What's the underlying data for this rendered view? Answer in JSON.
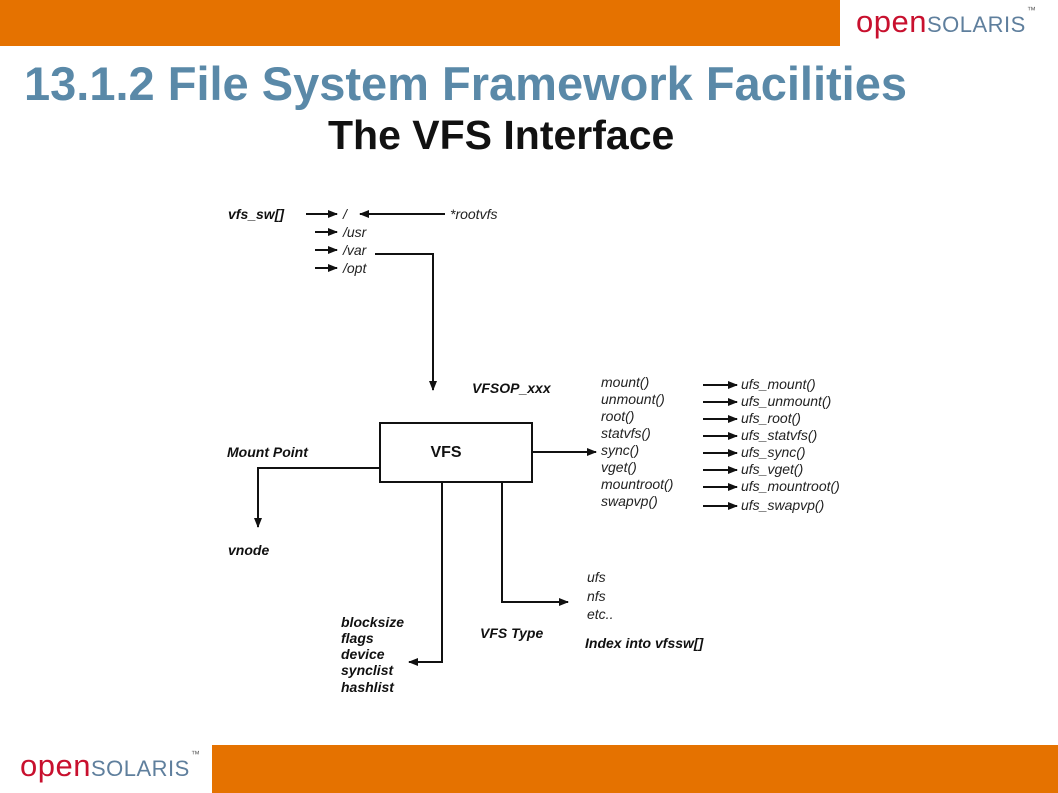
{
  "header": {
    "logo_open": "open",
    "logo_solaris": "solaris",
    "logo_tm": "™"
  },
  "footer": {
    "logo_open": "open",
    "logo_solaris": "solaris",
    "logo_tm": "™"
  },
  "slide_title": "13.1.2 File System Framework Facilities",
  "diagram": {
    "title": "The VFS Interface",
    "vfs_sw_label": "vfs_sw[]",
    "mounts": [
      "/",
      "/usr",
      "/var",
      "/opt"
    ],
    "rootvfs_label": "*rootvfs",
    "vfsop_label": "VFSOP_xxx",
    "vfs_box_label": "VFS",
    "mount_point_label": "Mount Point",
    "vnode_label": "vnode",
    "ops": [
      "mount()",
      "unmount()",
      "root()",
      "statvfs()",
      "sync()",
      "vget()",
      "mountroot()",
      "swapvp()"
    ],
    "ufs_ops": [
      "ufs_mount()",
      "ufs_unmount()",
      "ufs_root()",
      "ufs_statvfs()",
      "ufs_sync()",
      "ufs_vget()",
      "ufs_mountroot()",
      "ufs_swapvp()"
    ],
    "fields": [
      "blocksize",
      "flags",
      "device",
      "synclist",
      "hashlist"
    ],
    "vfs_type_label": "VFS Type",
    "fs_types": [
      "ufs",
      "nfs",
      "etc.."
    ],
    "index_label": "Index into vfssw[]"
  }
}
